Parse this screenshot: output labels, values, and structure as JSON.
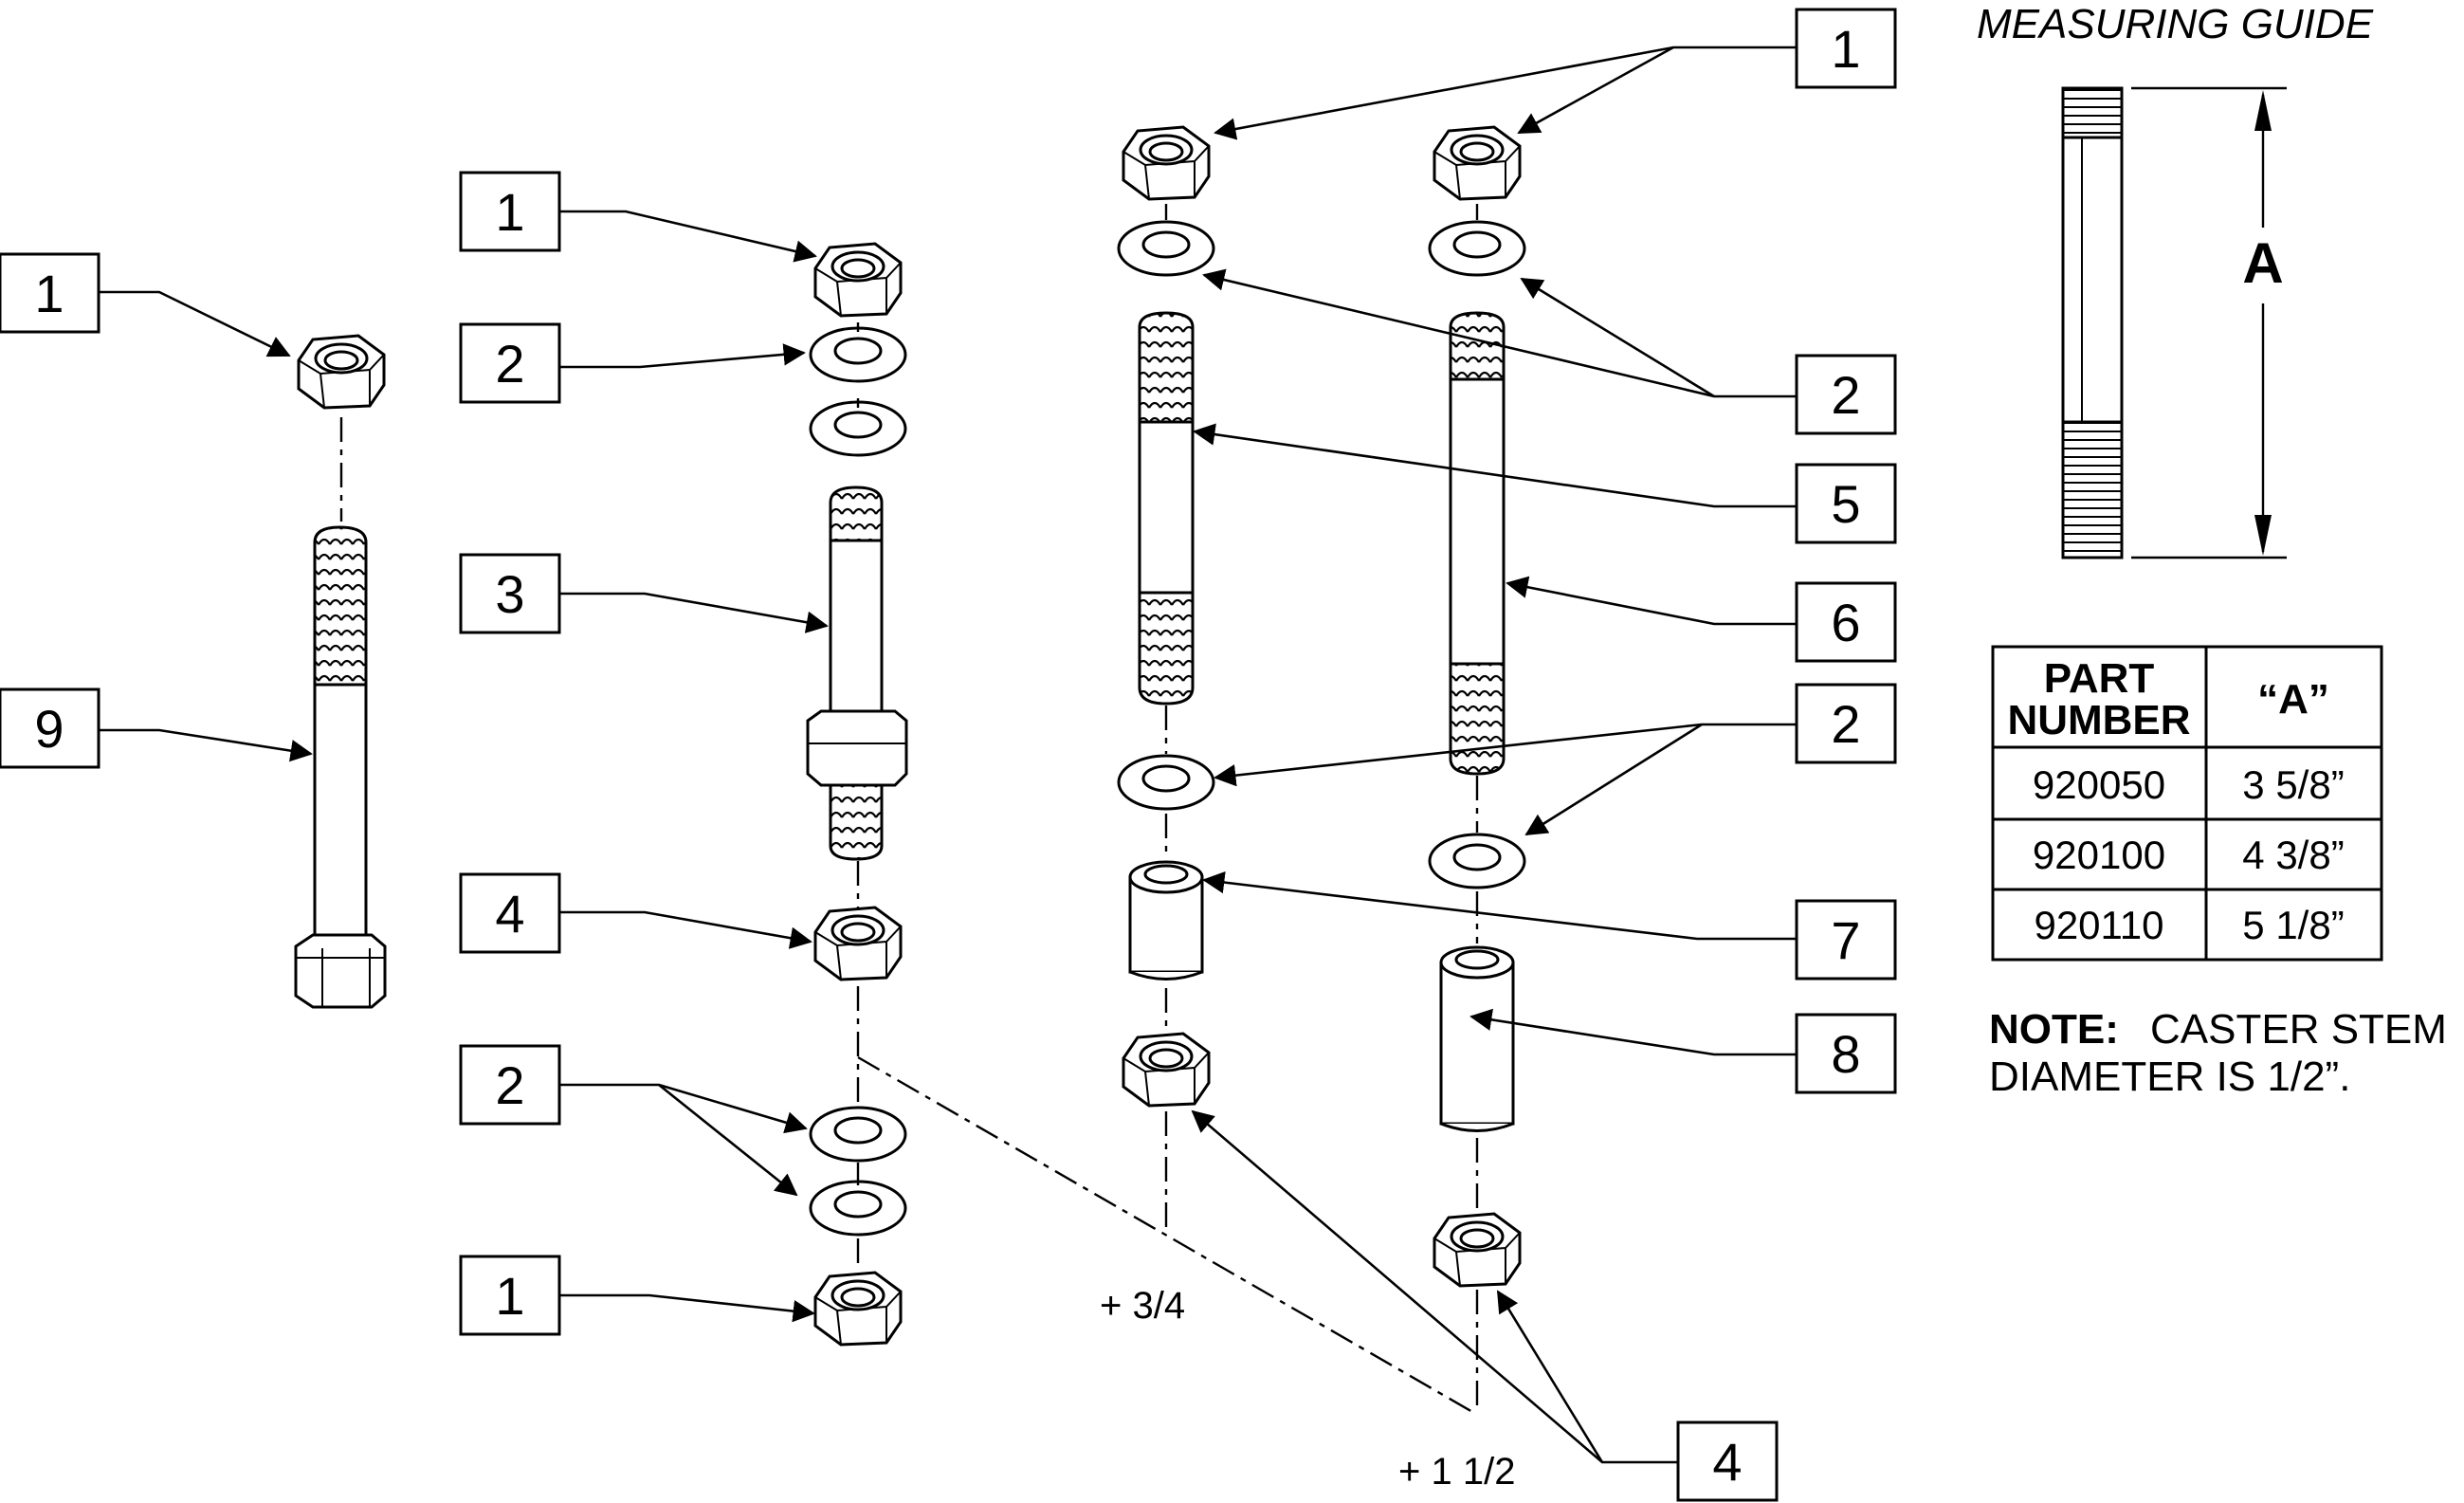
{
  "measuring_guide": {
    "title": "MEASURING GUIDE",
    "dimension_label": "A"
  },
  "table": {
    "headers": [
      "PART NUMBER",
      "“A”"
    ],
    "header_lines": [
      "PART",
      "NUMBER"
    ],
    "rows": [
      [
        "920050",
        "3 5/8”"
      ],
      [
        "920100",
        "4 3/8”"
      ],
      [
        "920110",
        "5 1/8”"
      ]
    ]
  },
  "note": {
    "label": "NOTE:",
    "text_line1": "CASTER STEM",
    "text_line2": "DIAMETER IS 1/2”."
  },
  "offsets": {
    "short": "+ 3/4",
    "long": "+ 1 1/2"
  },
  "callouts": [
    "1",
    "9",
    "1",
    "2",
    "3",
    "4",
    "2",
    "1",
    "1",
    "2",
    "5",
    "6",
    "2",
    "7",
    "8",
    "4"
  ],
  "colors": {
    "line": "#000000",
    "background": "#ffffff"
  }
}
